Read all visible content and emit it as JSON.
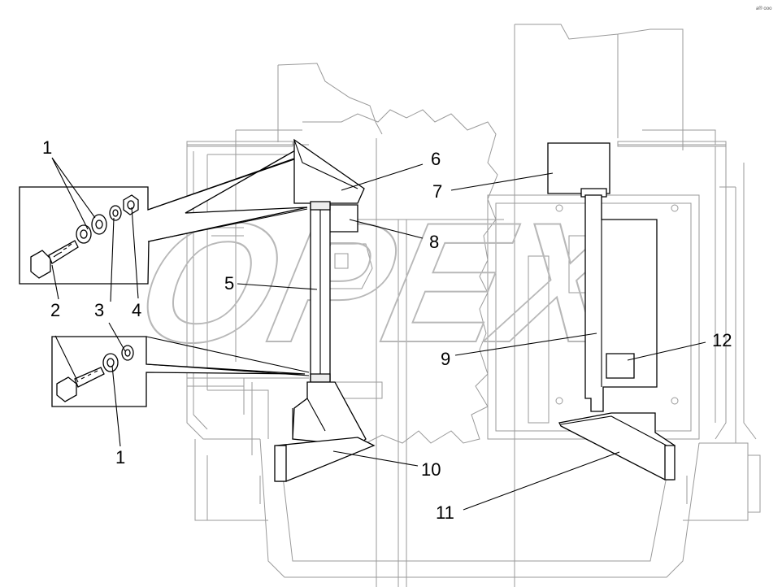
{
  "watermark": {
    "text": "OPEX"
  },
  "callouts": [
    {
      "id": "1",
      "label": "1"
    },
    {
      "id": "1b",
      "label": "1"
    },
    {
      "id": "2",
      "label": "2"
    },
    {
      "id": "3",
      "label": "3"
    },
    {
      "id": "4",
      "label": "4"
    },
    {
      "id": "5",
      "label": "5"
    },
    {
      "id": "6",
      "label": "6"
    },
    {
      "id": "7",
      "label": "7"
    },
    {
      "id": "8",
      "label": "8"
    },
    {
      "id": "9",
      "label": "9"
    },
    {
      "id": "10",
      "label": "10"
    },
    {
      "id": "11",
      "label": "11"
    },
    {
      "id": "12",
      "label": "12"
    }
  ],
  "corner_mark": "a® ooo"
}
